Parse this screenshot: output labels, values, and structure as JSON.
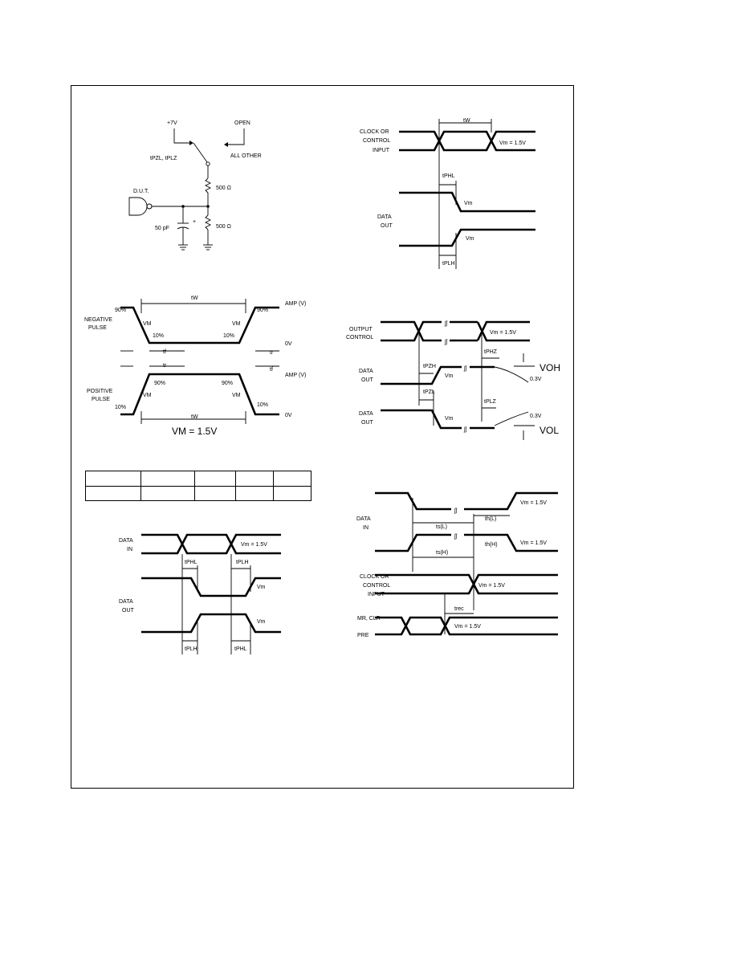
{
  "circuit": {
    "supply": "+7V",
    "switch_open": "OPEN",
    "tpzl_label": "tPZL, tPLZ",
    "all_other": "ALL OTHER",
    "dut": "D.U.T.",
    "cap": "50 pF",
    "cap_plus": "+",
    "r1": "500 Ω",
    "r2": "500 Ω"
  },
  "pulse": {
    "tw": "tW",
    "neg_pulse_1": "NEGATIVE",
    "neg_pulse_2": "PULSE",
    "pos_pulse_1": "POSITIVE",
    "pos_pulse_2": "PULSE",
    "p90_a": "90%",
    "p90_b": "90%",
    "p10_a": "10%",
    "p10_b": "10%",
    "p90_c": "90%",
    "p90_d": "90%",
    "p10_c": "10%",
    "p10_d": "10%",
    "vm": "VM",
    "amp": "AMP (V)",
    "zero_v": "0V",
    "tf": "tf",
    "tr": "tr",
    "vm_eq": "VM = 1.5V"
  },
  "clock_pw": {
    "clock_1": "CLOCK OR",
    "clock_2": "CONTROL",
    "clock_3": "INPUT",
    "tw": "tW",
    "vm_eq": "Vm = 1.5V",
    "tphl": "tPHL",
    "tplh": "tPLH",
    "data_1": "DATA",
    "data_2": "OUT",
    "vm": "Vm"
  },
  "tristate": {
    "oc_1": "OUTPUT",
    "oc_2": "CONTROL",
    "vm_eq": "Vm = 1.5V",
    "tphz": "tPHZ",
    "tpzh": "tPZH",
    "tpzl": "tPZL",
    "tplz": "tPLZ",
    "voh": "VOH",
    "vol": "VOL",
    "v03a": "0.3V",
    "v03b": "0.3V",
    "data_1": "DATA",
    "data_2": "OUT",
    "vm": "Vm"
  },
  "prop": {
    "in_1": "DATA",
    "in_2": "IN",
    "out_1": "DATA",
    "out_2": "OUT",
    "vm_eq": "Vm = 1.5V",
    "tphl": "tPHL",
    "tplh": "tPLH",
    "vm": "Vm"
  },
  "setup": {
    "in_1": "DATA",
    "in_2": "IN",
    "vm_eq": "Vm = 1.5V",
    "th_l": "th(L)",
    "ts_l": "ts(L)",
    "th_h": "th(H)",
    "ts_h": "ts(H)",
    "clk_1": "CLOCK OR",
    "clk_2": "CONTROL",
    "clk_3": "INPUT",
    "mr": "MR, CLR",
    "pre": "PRE",
    "trec": "trec"
  }
}
